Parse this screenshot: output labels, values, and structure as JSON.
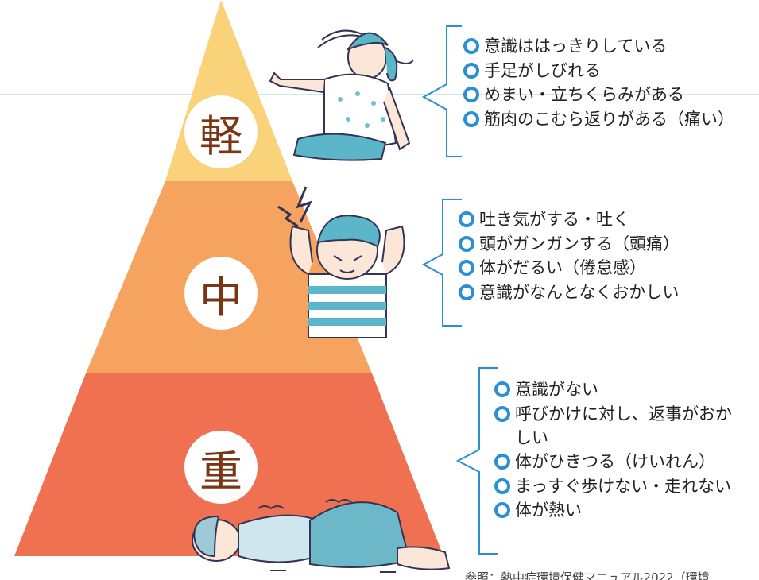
{
  "levels": [
    {
      "badge": "軽",
      "symptoms": [
        "意識ははっきりしている",
        "手足がしびれる",
        "めまい・立ちくらみがある",
        "筋肉のこむら返りがある（痛い）"
      ]
    },
    {
      "badge": "中",
      "symptoms": [
        "吐き気がする・吐く",
        "頭がガンガンする（頭痛）",
        "体がだるい（倦怠感）",
        "意識がなんとなくおかしい"
      ]
    },
    {
      "badge": "重",
      "symptoms": [
        "意識がない",
        "呼びかけに対し、返事がおか",
        "体がひきつる（けいれん）",
        "まっすぐ歩けない・走れない",
        "体が熱い"
      ],
      "wrapped_line": "しい"
    }
  ],
  "caption": "参照：熱中症環境保健マニュアル2022（環境",
  "colors": {
    "mild": "#f9d27a",
    "moderate": "#f5a35e",
    "severe": "#ef7152",
    "bullet": "#2a8fd4",
    "bracket": "#2a8fd4",
    "badge_text": "#7a3514"
  }
}
